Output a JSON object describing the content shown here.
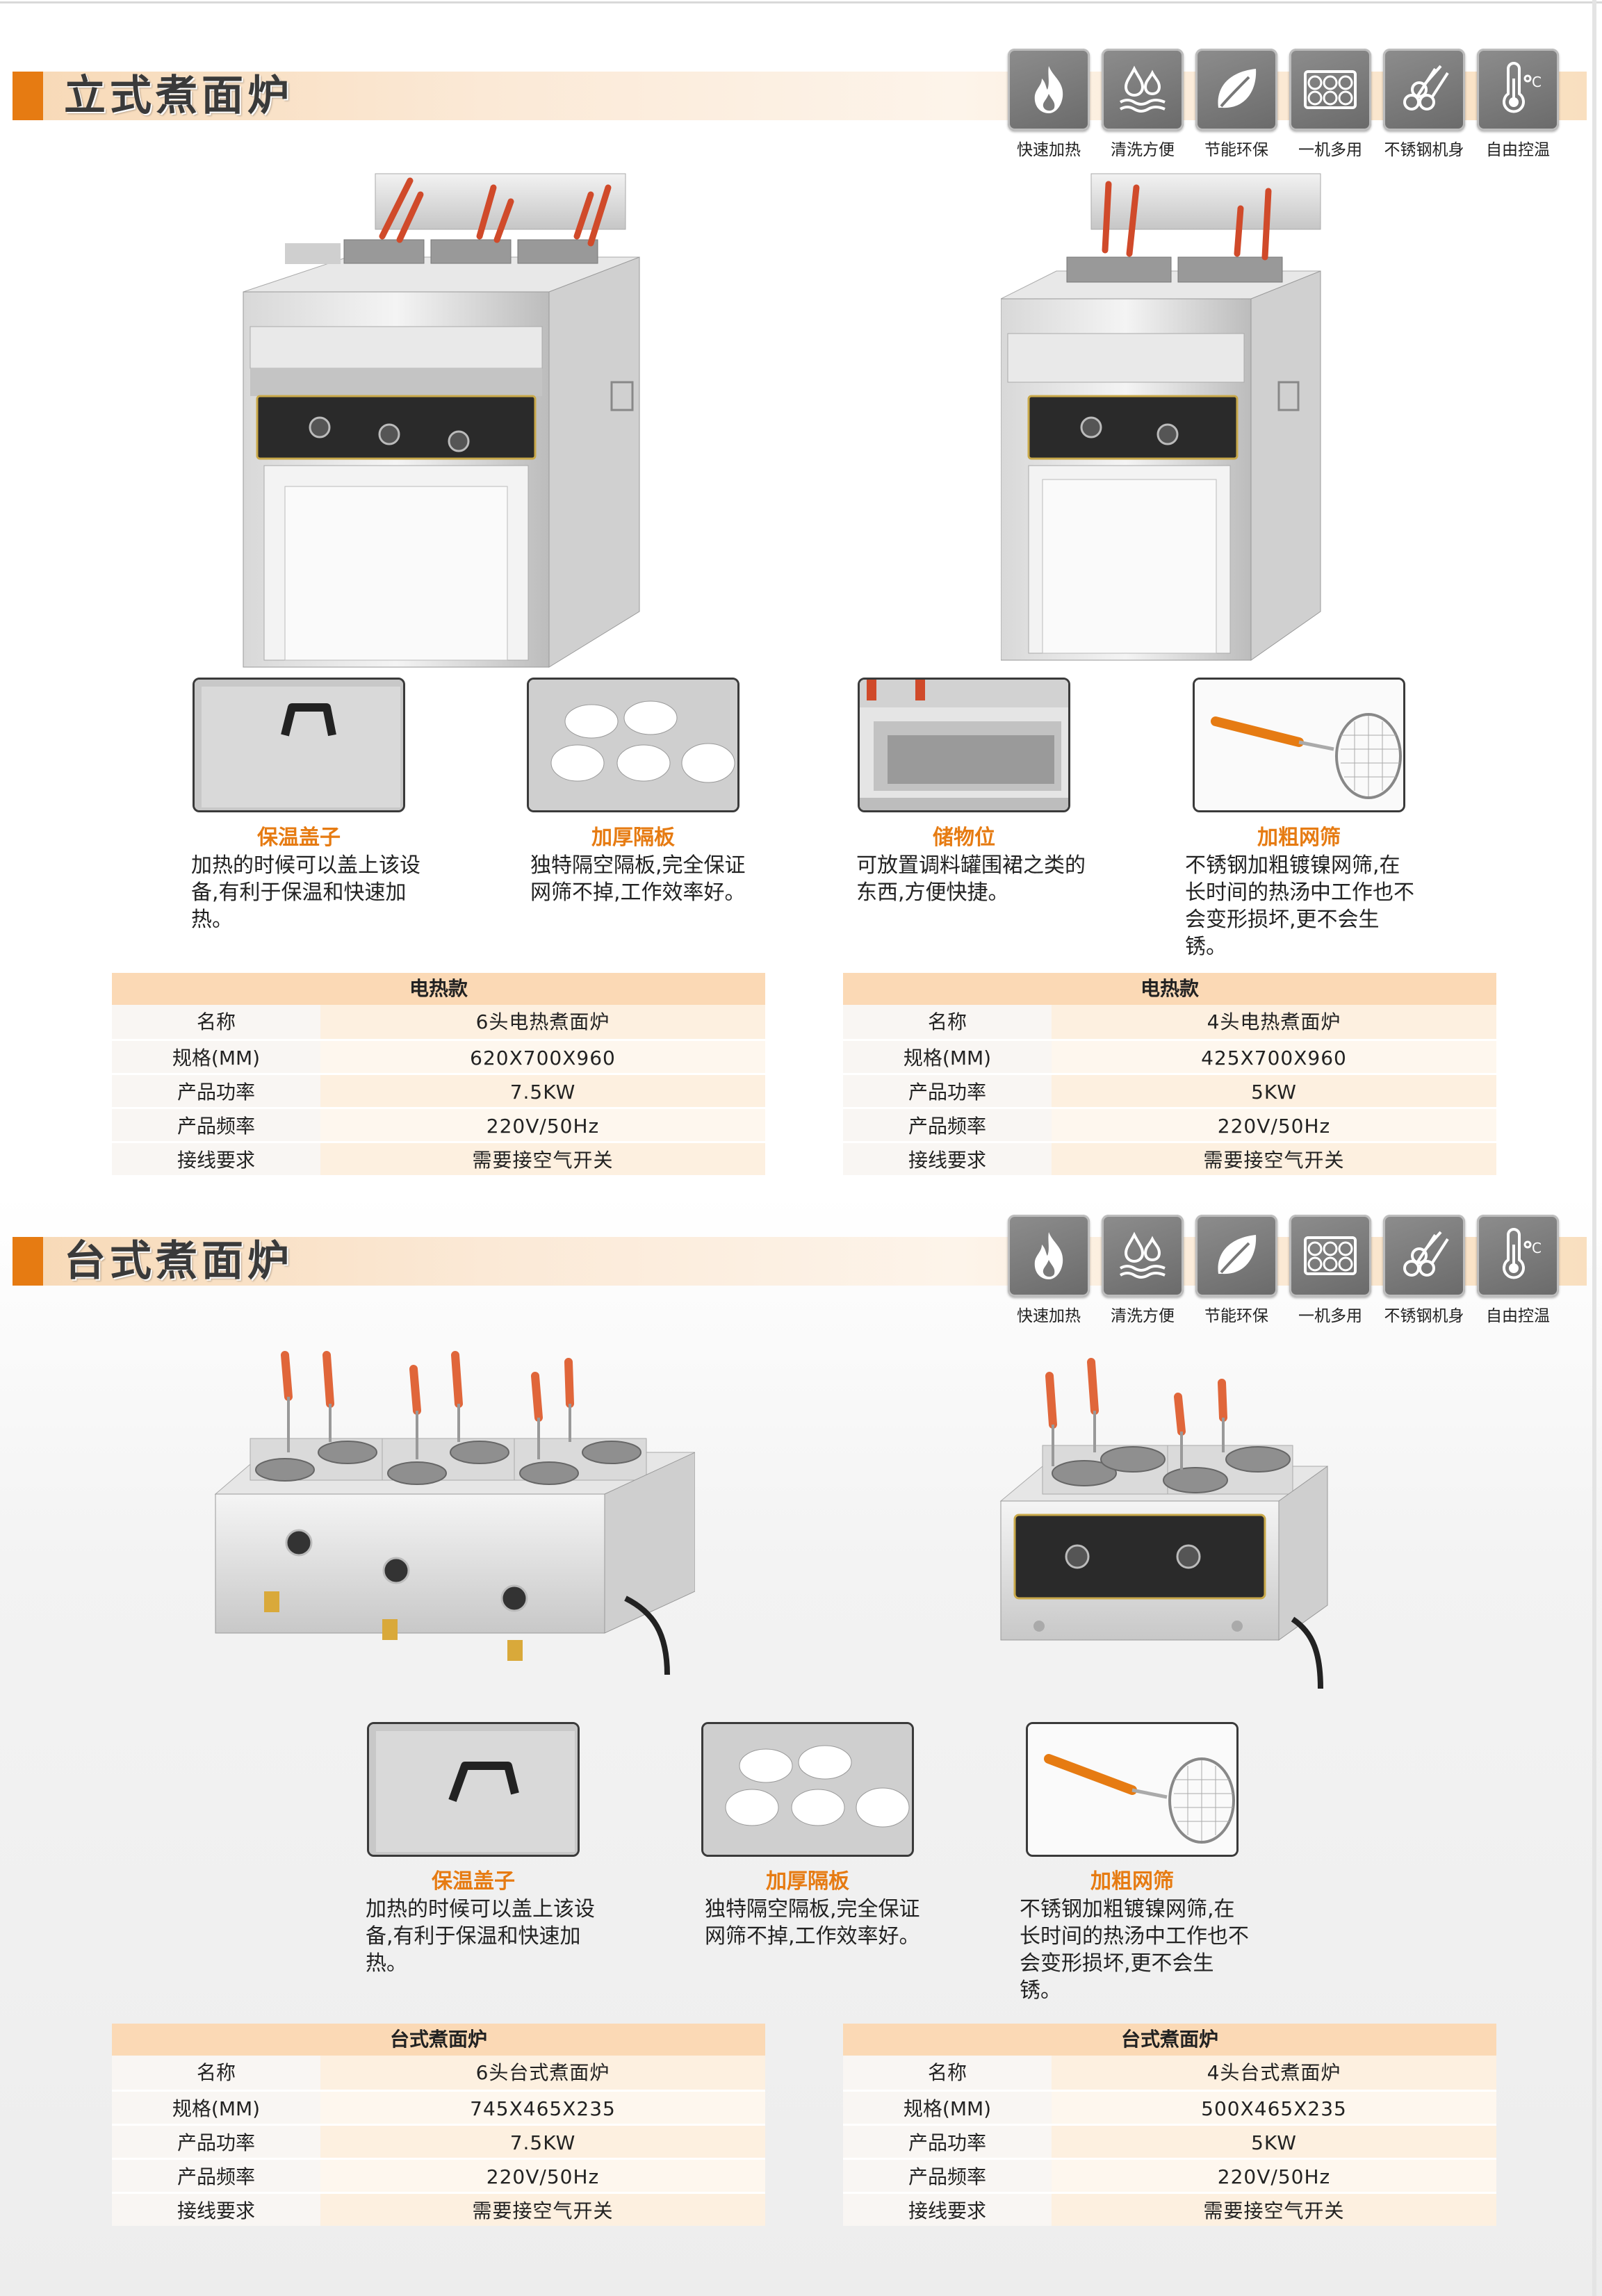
{
  "features_icons": [
    {
      "label": "快速加热",
      "icon": "flame-icon"
    },
    {
      "label": "清洗方便",
      "icon": "water-drops-icon"
    },
    {
      "label": "节能环保",
      "icon": "leaf-icon"
    },
    {
      "label": "一机多用",
      "icon": "multi-basket-icon"
    },
    {
      "label": "不锈钢机身",
      "icon": "steel-rods-icon"
    },
    {
      "label": "自由控温",
      "icon": "thermometer-icon"
    }
  ],
  "section1": {
    "title": "立式煮面炉",
    "features": [
      {
        "title": "保温盖子",
        "desc": "加热的时候可以盖上该设备,有利于保温和快速加热。"
      },
      {
        "title": "加厚隔板",
        "desc": "独特隔空隔板,完全保证网筛不掉,工作效率好。"
      },
      {
        "title": "储物位",
        "desc": "可放置调料罐围裙之类的东西,方便快捷。"
      },
      {
        "title": "加粗网筛",
        "desc": "不锈钢加粗镀镍网筛,在长时间的热汤中工作也不会变形损坏,更不会生锈。"
      }
    ],
    "tables": [
      {
        "header": "电热款",
        "rows": [
          {
            "label": "名称",
            "value": "6头电热煮面炉"
          },
          {
            "label": "规格(MM)",
            "value": "620X700X960"
          },
          {
            "label": "产品功率",
            "value": "7.5KW"
          },
          {
            "label": "产品频率",
            "value": "220V/50Hz"
          },
          {
            "label": "接线要求",
            "value": "需要接空气开关"
          }
        ]
      },
      {
        "header": "电热款",
        "rows": [
          {
            "label": "名称",
            "value": "4头电热煮面炉"
          },
          {
            "label": "规格(MM)",
            "value": "425X700X960"
          },
          {
            "label": "产品功率",
            "value": "5KW"
          },
          {
            "label": "产品频率",
            "value": "220V/50Hz"
          },
          {
            "label": "接线要求",
            "value": "需要接空气开关"
          }
        ]
      }
    ]
  },
  "section2": {
    "title": "台式煮面炉",
    "features": [
      {
        "title": "保温盖子",
        "desc": "加热的时候可以盖上该设备,有利于保温和快速加热。"
      },
      {
        "title": "加厚隔板",
        "desc": "独特隔空隔板,完全保证网筛不掉,工作效率好。"
      },
      {
        "title": "加粗网筛",
        "desc": "不锈钢加粗镀镍网筛,在长时间的热汤中工作也不会变形损坏,更不会生锈。"
      }
    ],
    "tables": [
      {
        "header": "台式煮面炉",
        "rows": [
          {
            "label": "名称",
            "value": "6头台式煮面炉"
          },
          {
            "label": "规格(MM)",
            "value": "745X465X235"
          },
          {
            "label": "产品功率",
            "value": "7.5KW"
          },
          {
            "label": "产品频率",
            "value": "220V/50Hz"
          },
          {
            "label": "接线要求",
            "value": "需要接空气开关"
          }
        ]
      },
      {
        "header": "台式煮面炉",
        "rows": [
          {
            "label": "名称",
            "value": "4头台式煮面炉"
          },
          {
            "label": "规格(MM)",
            "value": "500X465X235"
          },
          {
            "label": "产品功率",
            "value": "5KW"
          },
          {
            "label": "产品频率",
            "value": "220V/50Hz"
          },
          {
            "label": "接线要求",
            "value": "需要接空气开关"
          }
        ]
      }
    ]
  }
}
